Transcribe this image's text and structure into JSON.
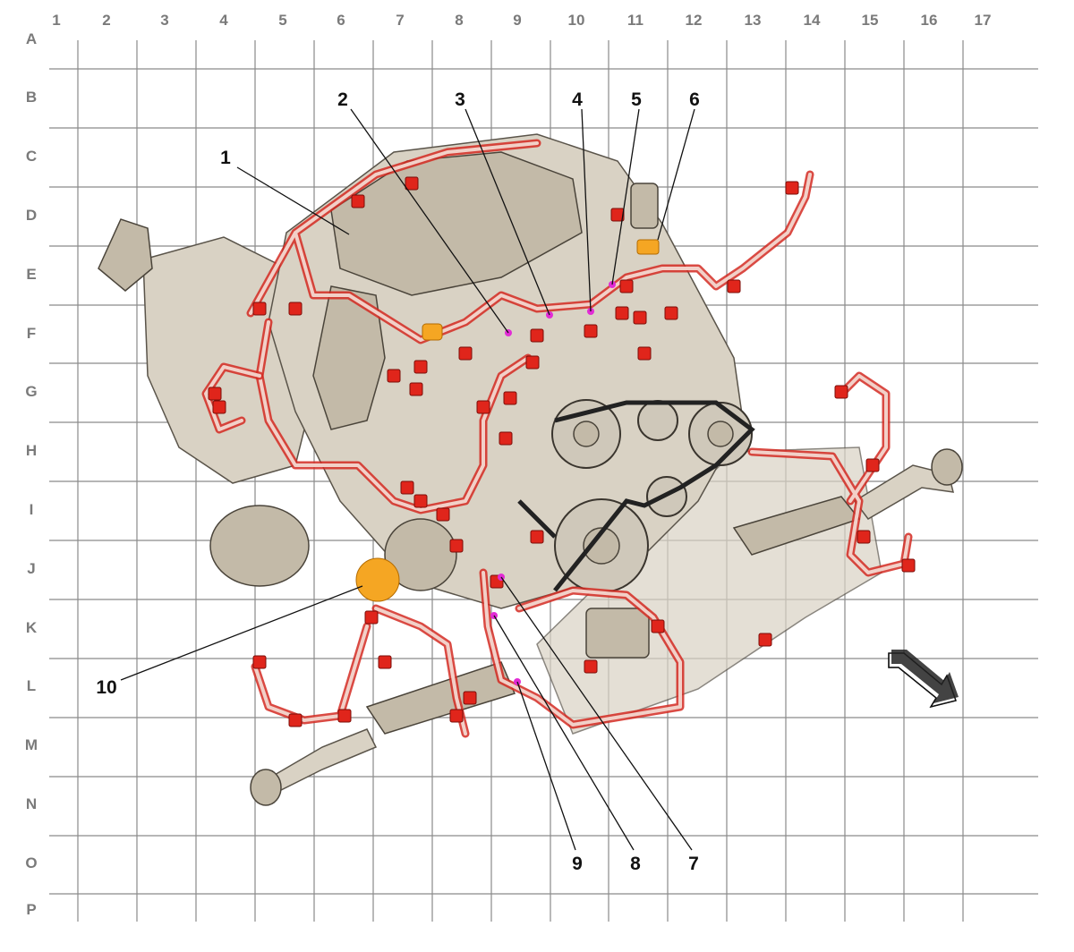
{
  "grid": {
    "columns": [
      "1",
      "2",
      "3",
      "4",
      "5",
      "6",
      "7",
      "8",
      "9",
      "10",
      "11",
      "12",
      "13",
      "14",
      "15",
      "16",
      "17"
    ],
    "rows": [
      "A",
      "B",
      "C",
      "D",
      "E",
      "F",
      "G",
      "H",
      "I",
      "J",
      "K",
      "L",
      "M",
      "N",
      "O",
      "P"
    ]
  },
  "callouts": [
    {
      "id": "1",
      "label": "1"
    },
    {
      "id": "2",
      "label": "2"
    },
    {
      "id": "3",
      "label": "3"
    },
    {
      "id": "4",
      "label": "4"
    },
    {
      "id": "5",
      "label": "5"
    },
    {
      "id": "6",
      "label": "6"
    },
    {
      "id": "7",
      "label": "7"
    },
    {
      "id": "8",
      "label": "8"
    },
    {
      "id": "9",
      "label": "9"
    },
    {
      "id": "10",
      "label": "10"
    }
  ],
  "colors": {
    "harness": "#d42a22",
    "connector": "#e0251b",
    "highlight_component": "#f5a623",
    "ground_point": "#e22bd5",
    "grid": "#8a8a8a",
    "engine_body": "#d9d2c4"
  },
  "icons": {
    "orientation": "front-direction-arrow-icon"
  }
}
